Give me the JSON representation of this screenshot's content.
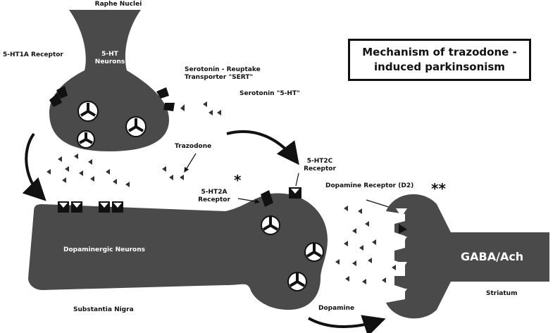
{
  "title": "Mechanism of trazodone -\ninduced parkinsonism",
  "labels": {
    "raphe_nuclei": "Raphe Nuclei",
    "ht_neurons": "5-HT\nNeurons",
    "ht1a_receptor": "5-HT1A Receptor",
    "sert": "Serotonin - Reuptake\nTransporter \"SERT\"",
    "serotonin": "Serotonin \"5-HT\"",
    "trazodone": "Trazodone",
    "ht2c_receptor": "5-HT2C\nReceptor",
    "ht2a_receptor": "5-HT2A\nReceptor",
    "dopamine_receptor": "Dopamine Receptor (D2)",
    "dopaminergic_neurons": "Dopaminergic Neurons",
    "gaba_ach": "GABA/Ach",
    "striatum": "Striatum",
    "substantia_nigra": "Substantia Nigra",
    "dopamine": "Dopamine"
  },
  "annotations": {
    "star_single": "*",
    "star_double": "**"
  },
  "colors": {
    "neuron": "#4a4a4a",
    "ink": "#111111",
    "background": "#ffffff"
  }
}
